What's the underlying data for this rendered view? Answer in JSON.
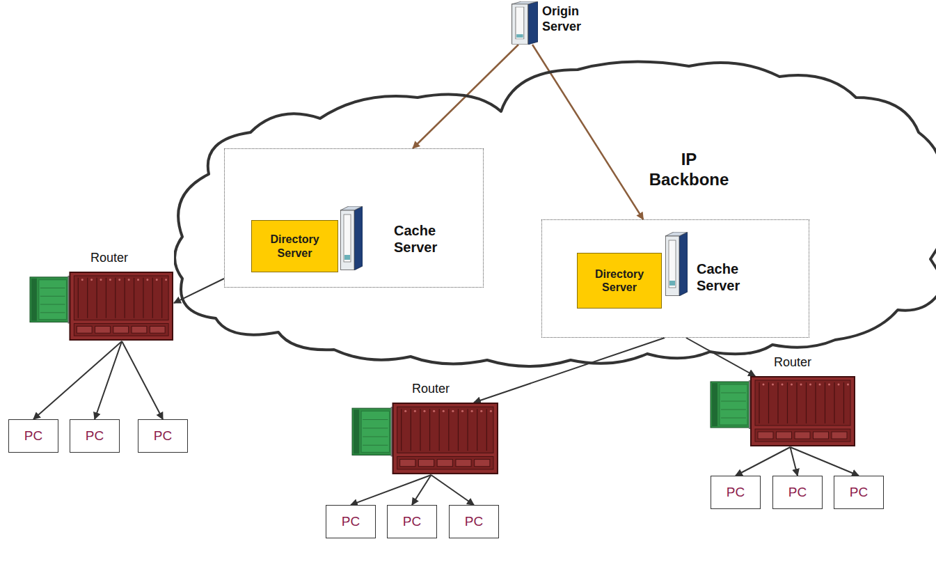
{
  "diagram": {
    "nodes": [
      {
        "text": [
          "Origin Server"
        ]
      },
      {
        "text": [
          "IP Backbone"
        ]
      },
      {
        "text": [
          "Cache Server"
        ],
        "in": 1
      },
      {
        "text": [
          "Directory Server"
        ],
        "in": 2
      },
      {
        "text": [
          "Cache Server"
        ],
        "in": 1
      },
      {
        "text": [
          "Directory Server"
        ],
        "in": 4
      },
      {
        "text": [
          "Router"
        ]
      },
      {
        "text": [
          "Router"
        ]
      },
      {
        "text": [
          "Router"
        ]
      },
      {
        "text": [
          "PC"
        ]
      },
      {
        "text": [
          "PC"
        ]
      },
      {
        "text": [
          "PC"
        ]
      },
      {
        "text": [
          "PC"
        ]
      },
      {
        "text": [
          "PC"
        ]
      },
      {
        "text": [
          "PC"
        ]
      },
      {
        "text": [
          "PC"
        ]
      },
      {
        "text": [
          "PC"
        ]
      },
      {
        "text": [
          "PC"
        ]
      }
    ],
    "edges": [
      {
        "from": 0,
        "to": 2,
        "arrow": "to"
      },
      {
        "from": 0,
        "to": 4,
        "arrow": "to"
      },
      {
        "from": 2,
        "to": 6,
        "arrow": "to"
      },
      {
        "from": 4,
        "to": 7,
        "arrow": "to"
      },
      {
        "from": 4,
        "to": 8,
        "arrow": "to"
      },
      {
        "from": 6,
        "to": 9,
        "arrow": "to"
      },
      {
        "from": 6,
        "to": 10,
        "arrow": "to"
      },
      {
        "from": 6,
        "to": 11,
        "arrow": "to"
      },
      {
        "from": 7,
        "to": 12,
        "arrow": "to"
      },
      {
        "from": 7,
        "to": 13,
        "arrow": "to"
      },
      {
        "from": 7,
        "to": 14,
        "arrow": "to"
      },
      {
        "from": 8,
        "to": 15,
        "arrow": "to"
      },
      {
        "from": 8,
        "to": 16,
        "arrow": "to"
      },
      {
        "from": 8,
        "to": 17,
        "arrow": "to"
      }
    ]
  }
}
